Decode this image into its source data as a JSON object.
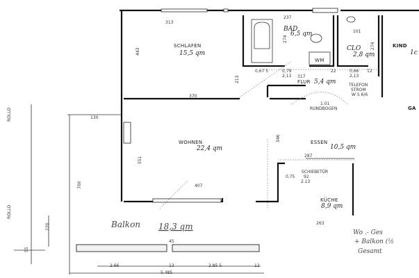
{
  "rooms": {
    "schlafen": {
      "name": "SCHLAFEN",
      "area": "15,5 qm",
      "width": "313",
      "depth": "443",
      "bottom": "370"
    },
    "bad": {
      "name": "BAD",
      "area": "6,5 qm",
      "top": "237",
      "side": "274",
      "wm": "WM"
    },
    "clo": {
      "name": "CLO",
      "area": "2,8 qm",
      "top": "101",
      "side": "274"
    },
    "kind": {
      "name": "KIND",
      "area": "1c"
    },
    "flur": {
      "name": "FLUR",
      "area": "5,4 qm",
      "dim_a": "0,67 5",
      "dim_b": "0,79",
      "dim_c": "2,13",
      "dim_d": "317",
      "dim_e": "0,66",
      "dim_f": "2,13",
      "dim_g": "22",
      "dim_h": "12",
      "dim_i": "213"
    },
    "telefon": {
      "line1": "TELEFON",
      "line2": "STROM",
      "line3": "W S 6/6"
    },
    "rundbogen": {
      "width": "1.01",
      "name": "RUNDBOGEN"
    },
    "ga": {
      "name": "GA"
    },
    "wohnen": {
      "name": "WOHNEN",
      "area": "22,4 qm",
      "width": "407",
      "depth": "551",
      "side": "346"
    },
    "essen": {
      "name": "ESSEN",
      "area": "10,5 qm",
      "width": "287"
    },
    "schiebetuer": {
      "name": "SCHIEBETÜR",
      "dim_a": "0,75",
      "dim_b": "92",
      "dim_c": "2.13"
    },
    "kueche": {
      "name": "KÜCHE",
      "area": "8,9 qm",
      "width": "263"
    },
    "balkon": {
      "name": "Balkon",
      "area": "18,3 qm",
      "side": "130",
      "depth": "700"
    }
  },
  "dimensions": {
    "rail_gap": "45",
    "bottom": [
      "2.66",
      "13",
      "2.85 5",
      "12"
    ],
    "total": "5.485",
    "left_220": "220",
    "left_55": "55",
    "rollo": "ROLLO"
  },
  "notes": {
    "line1": "Wo   .- Ges",
    "line2": "+ Balkon (½",
    "line3": "Gesamt"
  }
}
